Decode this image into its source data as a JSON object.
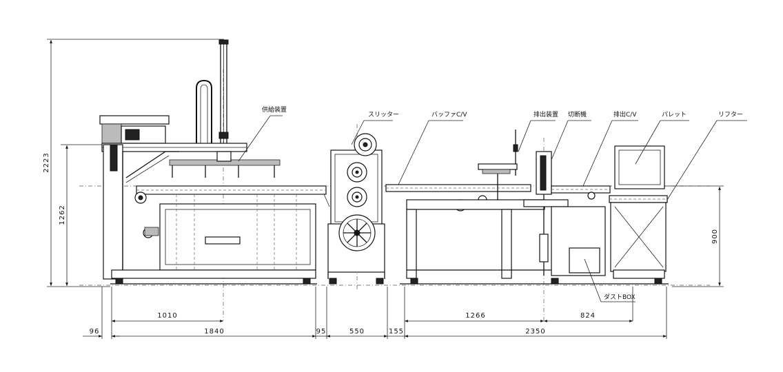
{
  "labels": {
    "feeder": "供給装置",
    "slitter": "スリッター",
    "buffer_cv": "バッファC/V",
    "discharge_device": "排出装置",
    "cutter": "切断機",
    "discharge_cv": "排出C/V",
    "pallet": "パレット",
    "lifter": "リフター",
    "dust_box": "ダストBOX"
  },
  "dimensions": {
    "overall_height": "2223",
    "feeder_height": "1262",
    "lifter_height": "900",
    "d_96": "96",
    "d_1840": "1840",
    "d_1010": "1010",
    "d_95": "95",
    "d_550": "550",
    "d_155": "155",
    "d_2350": "2350",
    "d_1266": "1266",
    "d_824": "824"
  }
}
